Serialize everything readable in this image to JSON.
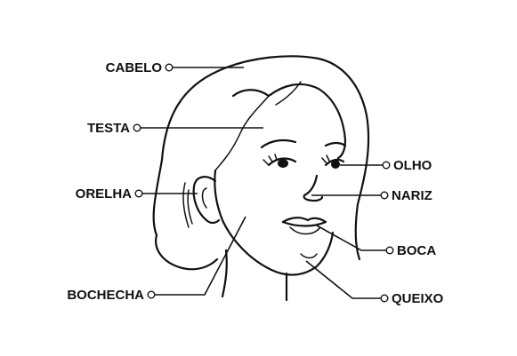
{
  "labels": {
    "hair": "CABELO",
    "forehead": "TESTA",
    "ear": "ORELHA",
    "cheek": "BOCHECHA",
    "eye": "OLHO",
    "nose": "NARIZ",
    "mouth": "BOCA",
    "chin": "QUEIXO"
  }
}
